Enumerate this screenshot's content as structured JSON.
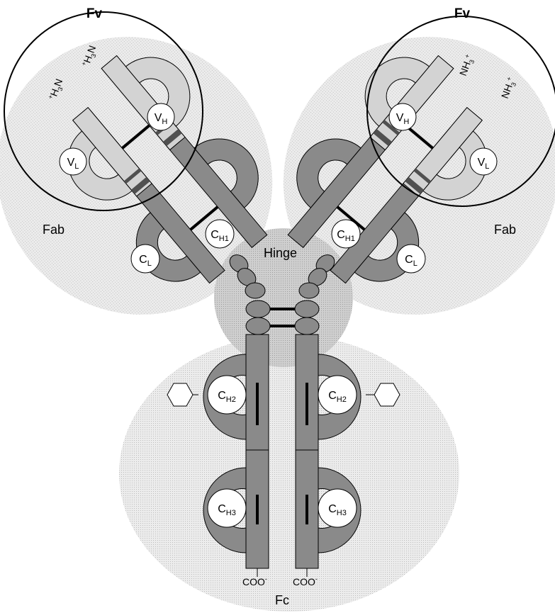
{
  "labels": {
    "fv_left": "Fv",
    "fv_right": "Fv",
    "fab_left": "Fab",
    "fab_right": "Fab",
    "hinge": "Hinge",
    "fc": "Fc"
  },
  "domains": {
    "vl": {
      "main": "V",
      "sub": "L"
    },
    "vh": {
      "main": "V",
      "sub": "H"
    },
    "cl": {
      "main": "C",
      "sub": "L"
    },
    "ch1": {
      "main": "C",
      "sub": "H1"
    },
    "ch2": {
      "main": "C",
      "sub": "H2"
    },
    "ch3": {
      "main": "C",
      "sub": "H3"
    }
  },
  "termini": {
    "n_left_pre": "+",
    "n_left_main": "H",
    "n_left_sub": "3",
    "n_left_end": "N",
    "n_right_main": "NH",
    "n_right_sub": "3",
    "n_right_sup": "+",
    "c_main": "COO",
    "c_sup": "-"
  },
  "colors": {
    "constant_domain": "#8a8a8a",
    "variable_domain": "#d3d3d3",
    "cdr_band": "#505050",
    "region_shading": "#e4e4e4",
    "hinge_shading": "#c8c8c8"
  }
}
